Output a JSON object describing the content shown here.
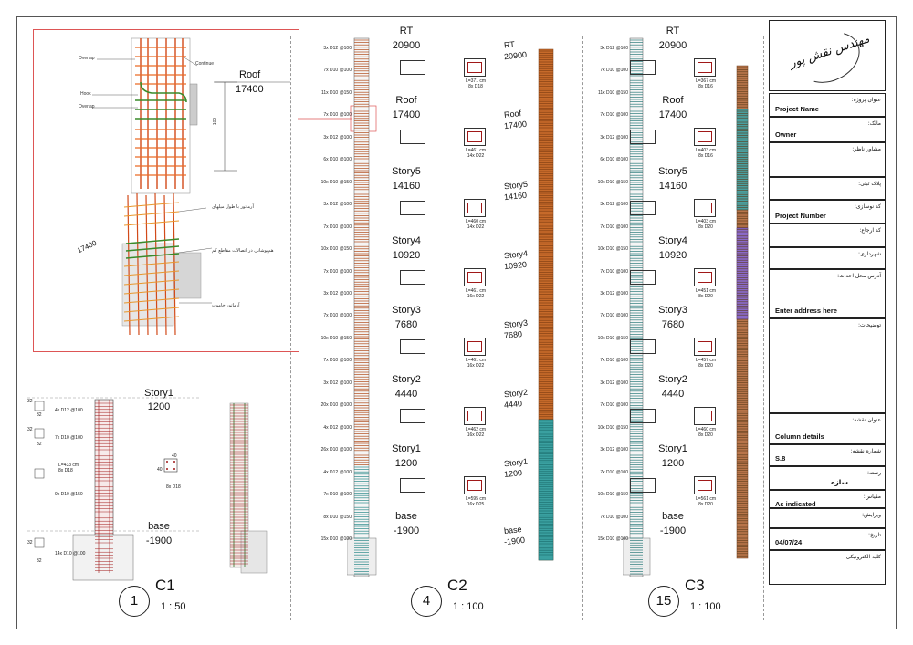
{
  "columns": [
    {
      "id": "C1",
      "number": "1",
      "scale": "1 : 50"
    },
    {
      "id": "C2",
      "number": "4",
      "scale": "1 : 100"
    },
    {
      "id": "C3",
      "number": "15",
      "scale": "1 : 100"
    }
  ],
  "callout": {
    "labels": [
      "Overlap",
      "Continue",
      "Hook",
      "Overlap"
    ],
    "level_name": "Roof",
    "level_elev": "17400",
    "dim": "100",
    "iso_elev": "17400",
    "notes": [
      "آرماتور با طول میلهای",
      "هم‌پوشانی در اتصالات مقاطع کم",
      "آرماتور خاموت"
    ]
  },
  "c1": {
    "top_level": "Story1",
    "top_elev": "1200",
    "bottom_level": "base",
    "bottom_elev": "-1900",
    "notes": [
      "4x D12 @100",
      "7x D10 @100",
      "9x D10 @150",
      "14x D10 @100"
    ],
    "section_label": "L=433 cm\n8x D18",
    "section_bars": "8x D18",
    "dims": [
      "32",
      "32",
      "32",
      "32",
      "32",
      "32",
      "40",
      "40"
    ]
  },
  "c2": {
    "levels": [
      {
        "name": "RT",
        "elev": "20900"
      },
      {
        "name": "Roof",
        "elev": "17400"
      },
      {
        "name": "Story5",
        "elev": "14160"
      },
      {
        "name": "Story4",
        "elev": "10920"
      },
      {
        "name": "Story3",
        "elev": "7680"
      },
      {
        "name": "Story2",
        "elev": "4440"
      },
      {
        "name": "Story1",
        "elev": "1200"
      },
      {
        "name": "base",
        "elev": "-1900"
      }
    ],
    "notes": [
      "3x D12 @100",
      "7x D10 @100",
      "11x D10 @150",
      "7x D10 @100",
      "3x D12 @100",
      "6x D10 @100",
      "10x D10 @150",
      "3x D12 @100",
      "7x D10 @100",
      "10x D10 @150",
      "7x D10 @100",
      "3x D12 @100",
      "7x D10 @100",
      "10x D10 @150",
      "7x D10 @100",
      "3x D12 @100",
      "20x D10 @100",
      "4x D12 @100",
      "26x D10 @100",
      "4x D12 @100",
      "7x D10 @100",
      "8x D10 @150",
      "15x D10 @100"
    ],
    "bars": [
      "L=371 cm\n8x D18",
      "L=461 cm\n14x D22",
      "L=460 cm\n14x D22",
      "L=461 cm\n16x D22",
      "L=461 cm\n16x D22",
      "L=462 cm\n16x D22",
      "L=595 cm\n16x D25"
    ],
    "iso_labels": [
      {
        "name": "RT",
        "elev": "20900"
      },
      {
        "name": "Roof",
        "elev": "17400"
      },
      {
        "name": "Story5",
        "elev": "14160"
      },
      {
        "name": "Story4",
        "elev": "10920"
      },
      {
        "name": "Story3",
        "elev": "7680"
      },
      {
        "name": "Story2",
        "elev": "4440"
      },
      {
        "name": "Story1",
        "elev": "1200"
      },
      {
        "name": "base",
        "elev": "-1900"
      }
    ]
  },
  "c3": {
    "levels": [
      {
        "name": "RT",
        "elev": "20900"
      },
      {
        "name": "Roof",
        "elev": "17400"
      },
      {
        "name": "Story5",
        "elev": "14160"
      },
      {
        "name": "Story4",
        "elev": "10920"
      },
      {
        "name": "Story3",
        "elev": "7680"
      },
      {
        "name": "Story2",
        "elev": "4440"
      },
      {
        "name": "Story1",
        "elev": "1200"
      },
      {
        "name": "base",
        "elev": "-1900"
      }
    ],
    "notes": [
      "3x D12 @100",
      "7x D10 @100",
      "11x D10 @150",
      "7x D10 @100",
      "3x D12 @100",
      "6x D10 @100",
      "10x D10 @150",
      "3x D12 @100",
      "7x D10 @100",
      "10x D10 @150",
      "7x D10 @100",
      "3x D12 @100",
      "7x D10 @100",
      "10x D10 @150",
      "7x D10 @100",
      "3x D12 @100",
      "7x D10 @100",
      "10x D10 @150",
      "3x D12 @100",
      "7x D10 @100",
      "10x D10 @150",
      "7x D10 @100",
      "15x D10 @100"
    ],
    "bars": [
      "L=367 cm\n8x D16",
      "L=403 cm\n8x D16",
      "L=403 cm\n8x D20",
      "L=451 cm\n8x D20",
      "L=457 cm\n8x D20",
      "L=460 cm\n8x D20",
      "L=561 cm\n8x D20"
    ]
  },
  "title_block": {
    "logo_text": "مهندس نقش پور",
    "rows": [
      {
        "label": "عنوان پروژه:",
        "value": "Project Name"
      },
      {
        "label": "مالک:",
        "value": "Owner"
      },
      {
        "label": "مشاور ناظر:",
        "value": ""
      },
      {
        "label": "پلاک ثبتی:",
        "value": ""
      },
      {
        "label": "کد نوسازی:",
        "value": "Project Number"
      },
      {
        "label": "کد ارجاع:",
        "value": ""
      },
      {
        "label": "شهرداری:",
        "value": ""
      },
      {
        "label": "آدرس محل احداث:",
        "value": "Enter address here"
      },
      {
        "label": "توضیحات:",
        "value": ""
      },
      {
        "label": "عنوان نقشه:",
        "value": "Column details"
      },
      {
        "label": "شماره نقشه:",
        "value": "S.8"
      },
      {
        "label": "رشته:",
        "value": "سازه"
      },
      {
        "label": "مقیاس:",
        "value": "As indicated"
      },
      {
        "label": "ویرایش:",
        "value": ""
      },
      {
        "label": "تاریخ:",
        "value": "04/07/24"
      },
      {
        "label": "کلید الکترونیکی:",
        "value": ""
      }
    ]
  }
}
